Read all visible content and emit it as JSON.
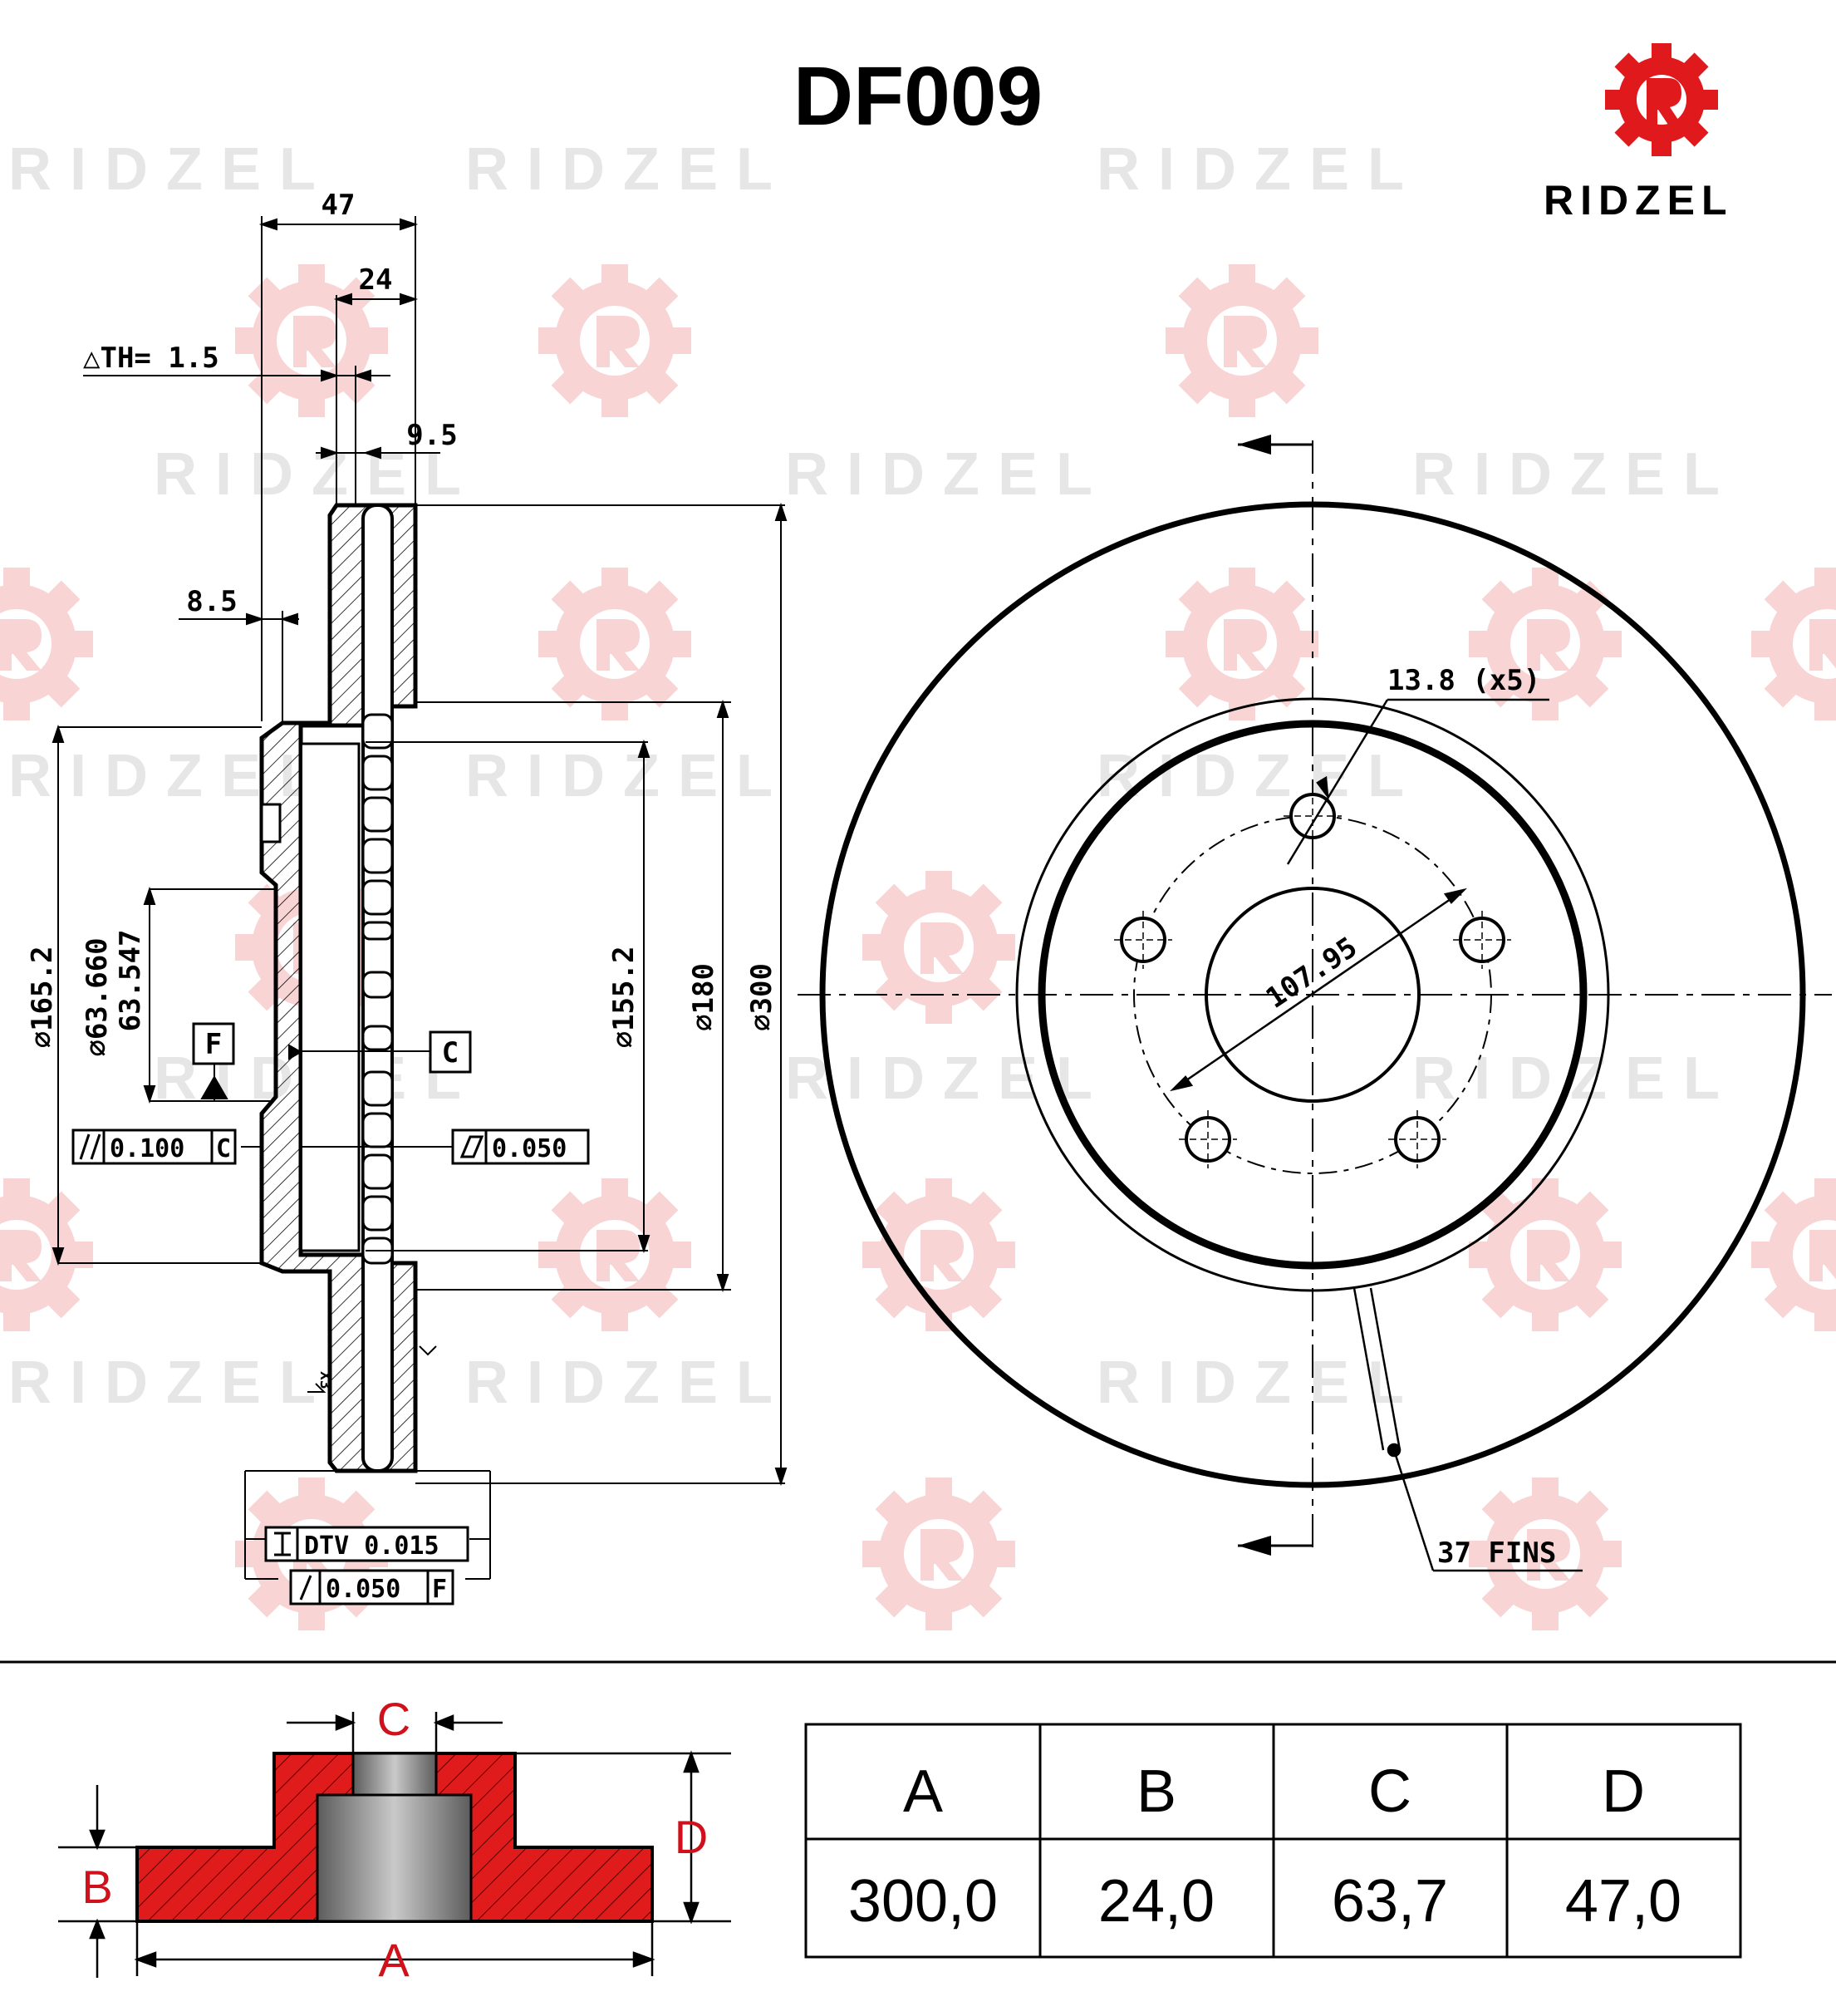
{
  "header": {
    "part_number": "DF009",
    "brand": "RIDZEL",
    "watermark": "RIDZEL",
    "brand_color": "#e0191d"
  },
  "section_view": {
    "overall_width": "47",
    "disc_thickness": "24",
    "thickness_variation": "△TH= 1.5",
    "vane_offset": "9.5",
    "hat_thickness": "8.5",
    "diameter_outer_hat": "∅165.2",
    "diameter_center_bore_max": "∅63.660",
    "diameter_center_bore_min": "63.547",
    "diameter_inner": "∅155.2",
    "diameter_180": "∅180",
    "diameter_300": "∅300",
    "datum_f": "F",
    "datum_c": "C",
    "tolerance_parallel": "0.100",
    "tolerance_parallel_ref": "C",
    "tolerance_flatness": "0.050",
    "tolerance_dtv": "DTV 0.015",
    "tolerance_runout": "0.050",
    "tolerance_runout_ref": "F",
    "roughness_mark": "X3"
  },
  "face_view": {
    "bolt_hole": "13.8 (x5)",
    "pitch_circle": "107.95",
    "fins": "37 FINS"
  },
  "spec_table": {
    "headers": [
      "A",
      "B",
      "C",
      "D"
    ],
    "values": [
      "300,0",
      "24,0",
      "63,7",
      "47,0"
    ]
  },
  "legend_diagram": {
    "label_a": "A",
    "label_b": "B",
    "label_c": "C",
    "label_d": "D",
    "label_color": "#d0101a",
    "fill_color": "#e01b1b"
  }
}
